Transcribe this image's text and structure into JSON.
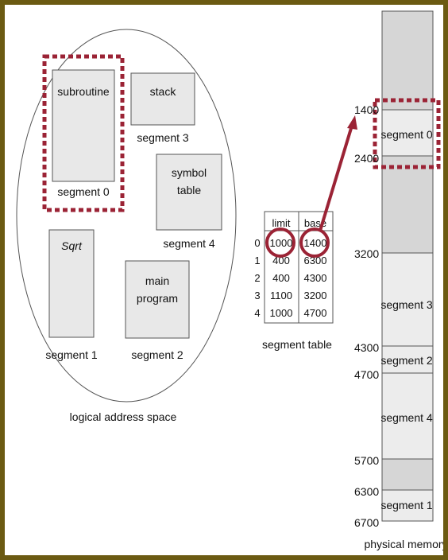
{
  "logical": {
    "caption": "logical address space",
    "segments": {
      "subroutine": {
        "name": "subroutine",
        "label": "segment 0"
      },
      "stack": {
        "name": "stack",
        "label": "segment 3"
      },
      "symbol": {
        "name1": "symbol",
        "name2": "table",
        "label": "segment 4"
      },
      "sqrt": {
        "name": "Sqrt",
        "label": "segment 1"
      },
      "main": {
        "name1": "main",
        "name2": "program",
        "label": "segment 2"
      }
    }
  },
  "segment_table": {
    "caption": "segment table",
    "headers": {
      "limit": "limit",
      "base": "base"
    },
    "rows": [
      {
        "index": "0",
        "limit": "1000",
        "base": "1400"
      },
      {
        "index": "1",
        "limit": "400",
        "base": "6300"
      },
      {
        "index": "2",
        "limit": "400",
        "base": "4300"
      },
      {
        "index": "3",
        "limit": "1100",
        "base": "3200"
      },
      {
        "index": "4",
        "limit": "1000",
        "base": "4700"
      }
    ]
  },
  "physical": {
    "caption": "physical memory",
    "addresses": [
      "1400",
      "2400",
      "3200",
      "4300",
      "4700",
      "5700",
      "6300",
      "6700"
    ],
    "segments": [
      "segment 0",
      "segment 3",
      "segment 2",
      "segment 4",
      "segment 1"
    ]
  },
  "colors": {
    "highlight": "#9b2335",
    "box_fill": "#e8e8e8",
    "memory_used": "#d6d6d6",
    "frame": "#6b5a12"
  }
}
